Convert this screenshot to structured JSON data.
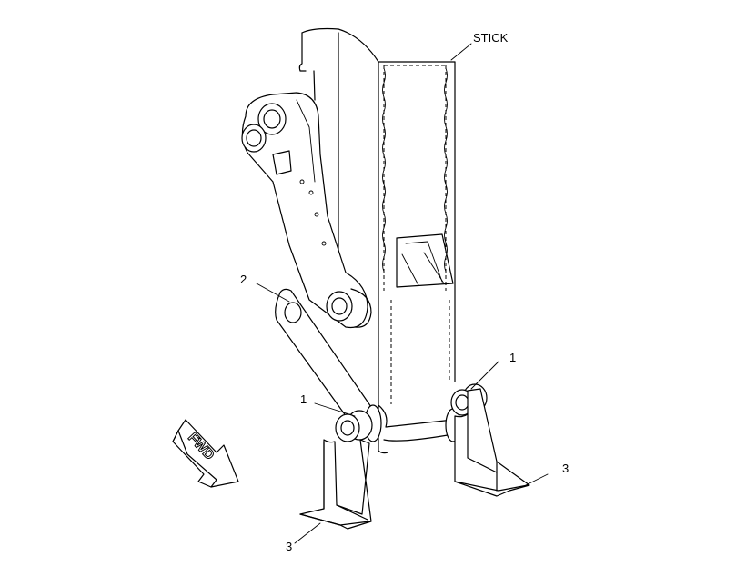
{
  "callouts": {
    "stick": "STICK",
    "item_1_right": "1",
    "item_1_left": "1",
    "item_2": "2",
    "item_3_right": "3",
    "item_3_left": "3"
  },
  "direction_arrow": {
    "label": "FWD"
  },
  "icons": {
    "direction": "forward-arrow-icon"
  }
}
